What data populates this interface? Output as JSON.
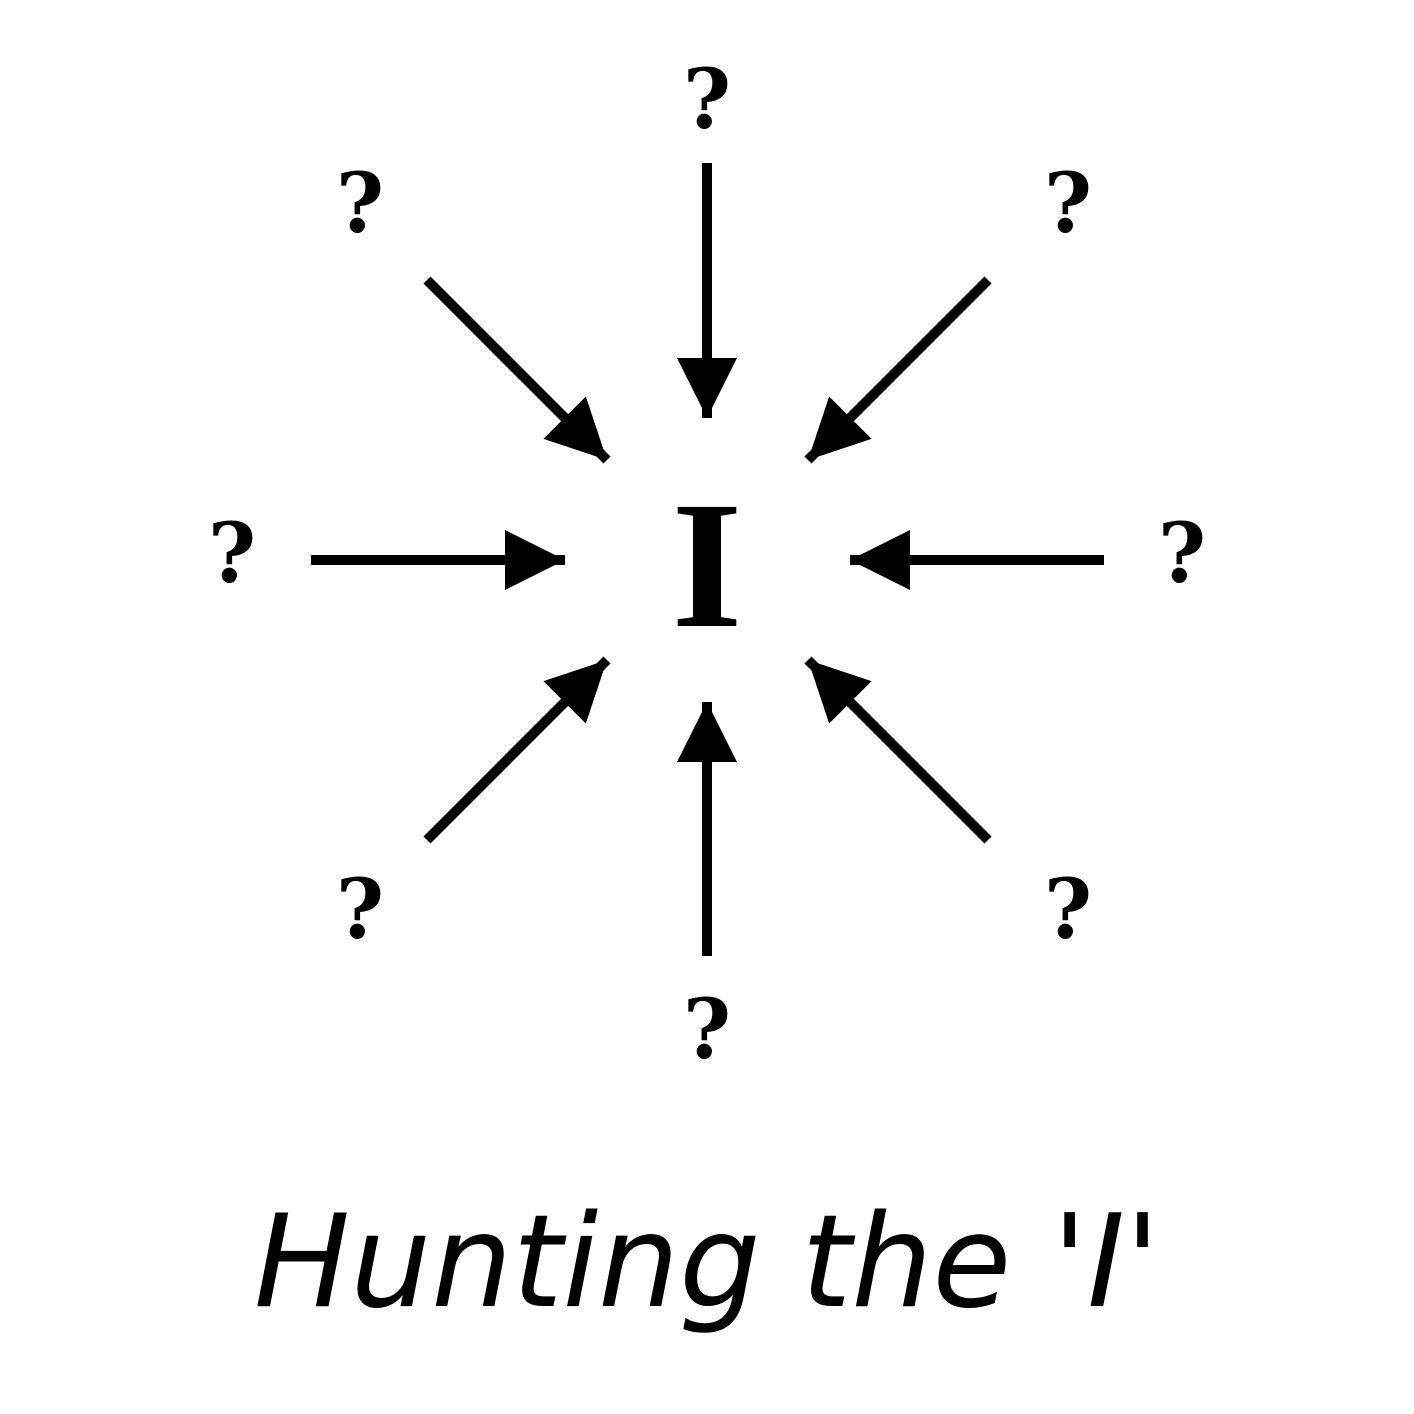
{
  "colors": {
    "background": "#ffffff",
    "ink": "#000000"
  },
  "center": {
    "label": "I"
  },
  "question_marks": [
    {
      "id": "n",
      "label": "?"
    },
    {
      "id": "ne",
      "label": "?"
    },
    {
      "id": "e",
      "label": "?"
    },
    {
      "id": "se",
      "label": "?"
    },
    {
      "id": "s",
      "label": "?"
    },
    {
      "id": "sw",
      "label": "?"
    },
    {
      "id": "w",
      "label": "?"
    },
    {
      "id": "nw",
      "label": "?"
    }
  ],
  "caption": {
    "text": "Hunting the 'I'"
  }
}
